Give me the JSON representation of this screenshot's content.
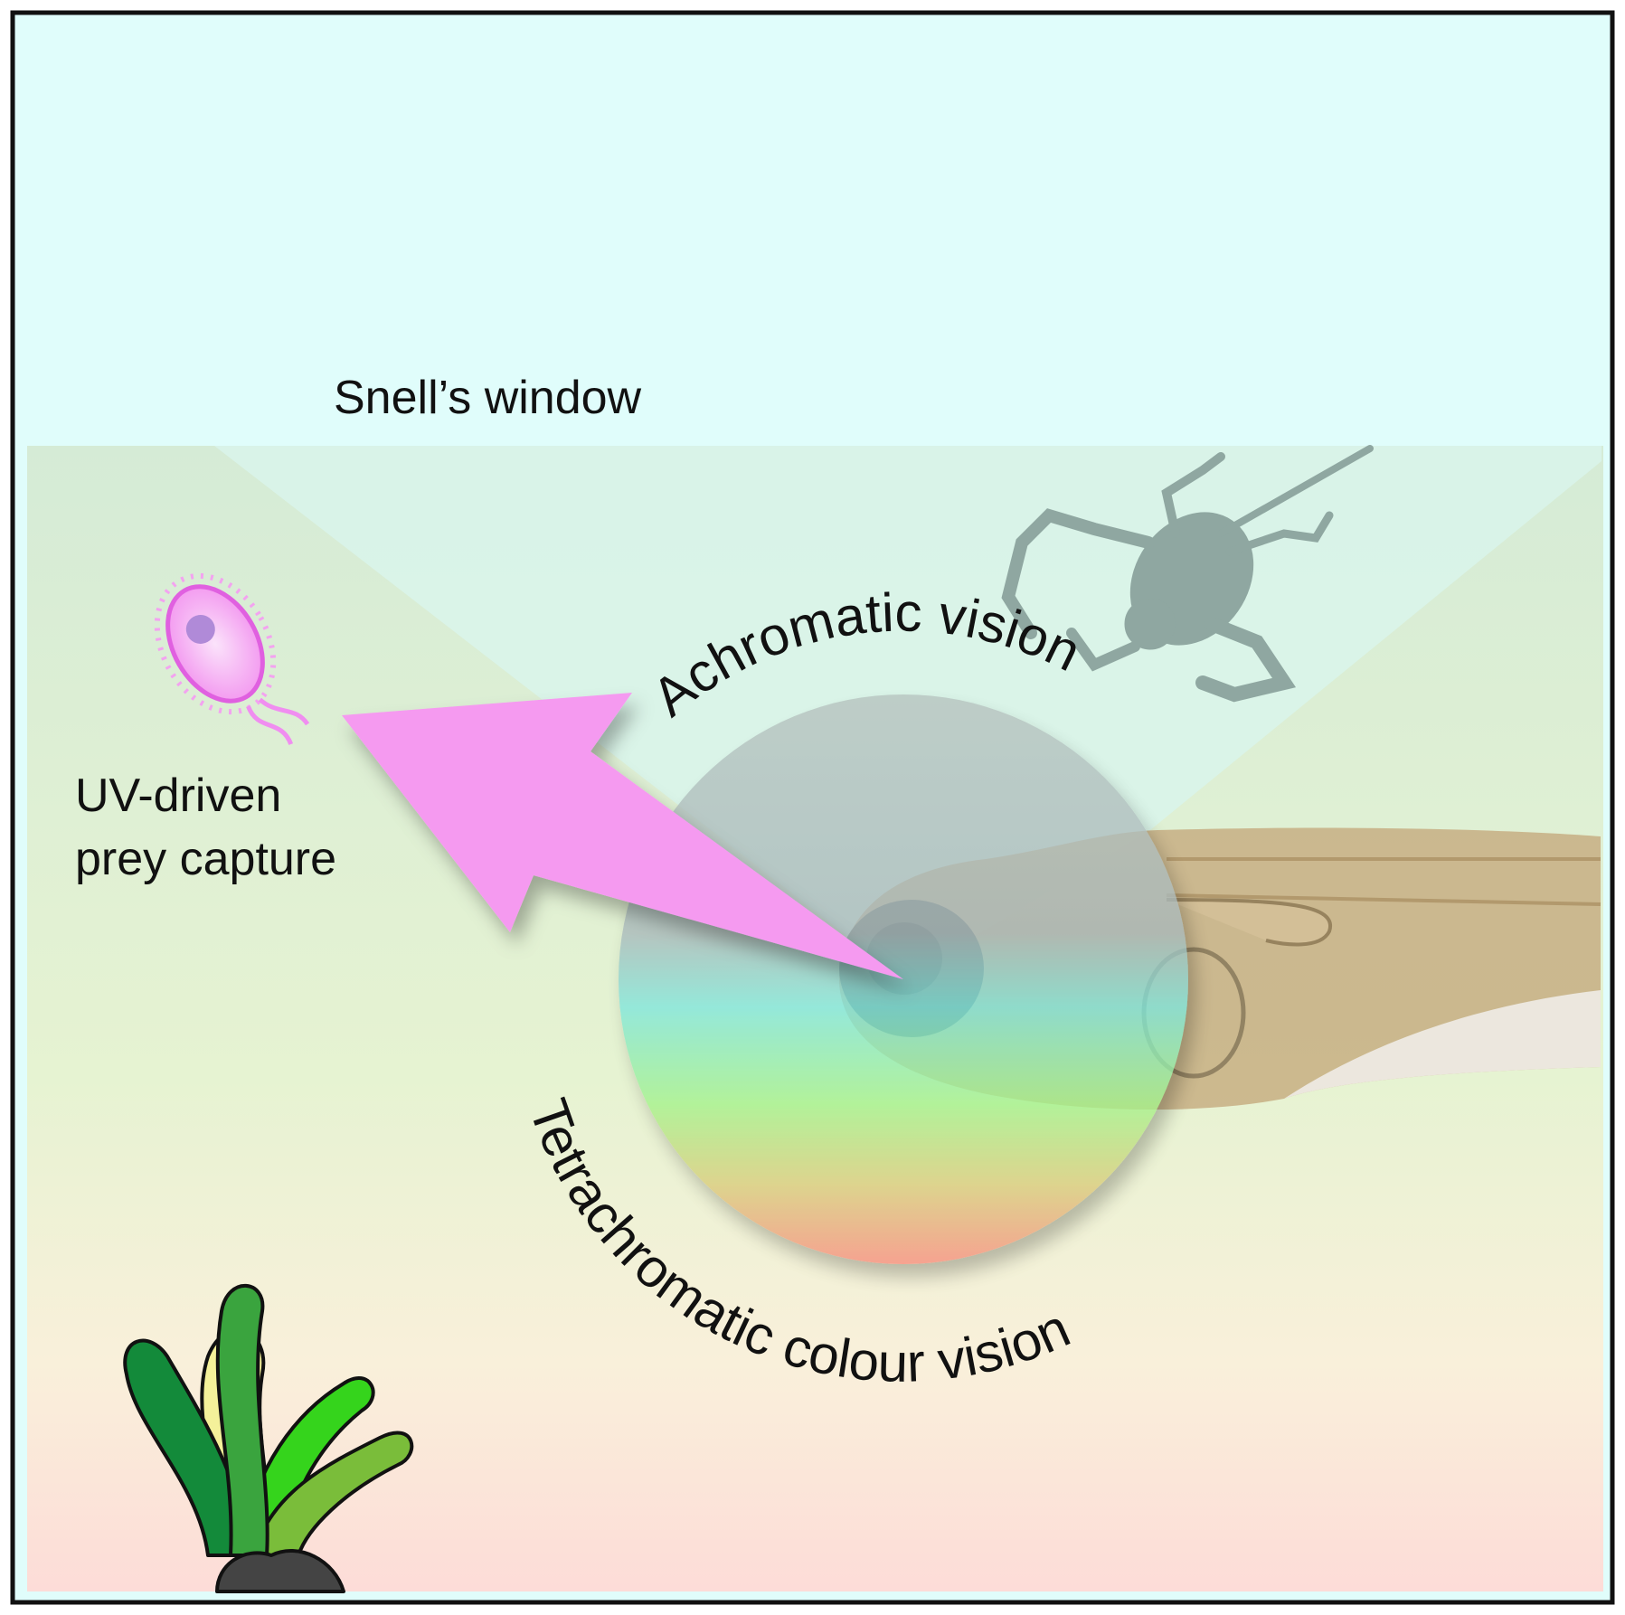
{
  "labels": {
    "snells_window": "Snell’s window",
    "achromatic_vision": "Achromatic vision",
    "tetrachromatic_vision": "Tetrachromatic colour vision",
    "uv_prey_line1": "UV-driven",
    "uv_prey_line2": "prey capture"
  },
  "colors": {
    "sky": "#e0fdfb",
    "water_top": "#d6ecd6",
    "water_bottom": "#fde0dc",
    "uv_arrow": "#f59af0"
  }
}
